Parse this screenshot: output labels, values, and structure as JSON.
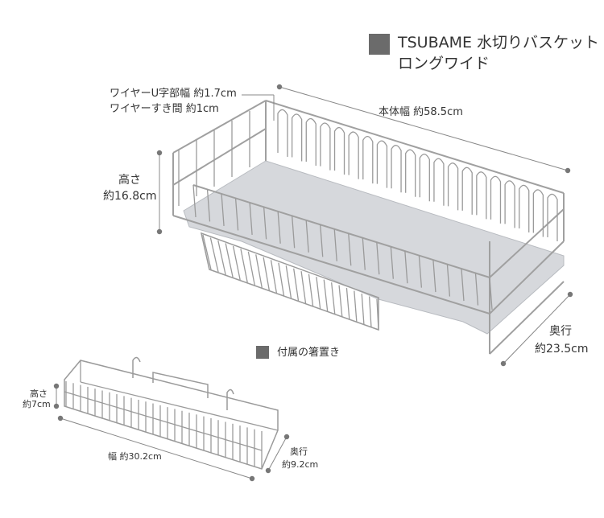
{
  "product": {
    "title_line1": "TSUBAME 水切りバスケット",
    "title_line2": "ロングワイド"
  },
  "main_basket": {
    "wire_width": "ワイヤーU字部幅  約1.7cm",
    "wire_gap": "ワイヤーすき間  約1cm",
    "width": "本体幅  約58.5cm",
    "height_label": "高さ",
    "height_value": "約16.8cm",
    "depth_label": "奥行",
    "depth_value": "約23.5cm"
  },
  "accessory": {
    "title": "付属の箸置き",
    "height_label": "高さ",
    "height_value": "約7cm",
    "width": "幅  約30.2cm",
    "depth_label": "奥行",
    "depth_value": "約9.2cm"
  },
  "colors": {
    "marker": "#6b6b6b",
    "wire": "#9a9a9a",
    "tray": "#d6d8dc"
  }
}
